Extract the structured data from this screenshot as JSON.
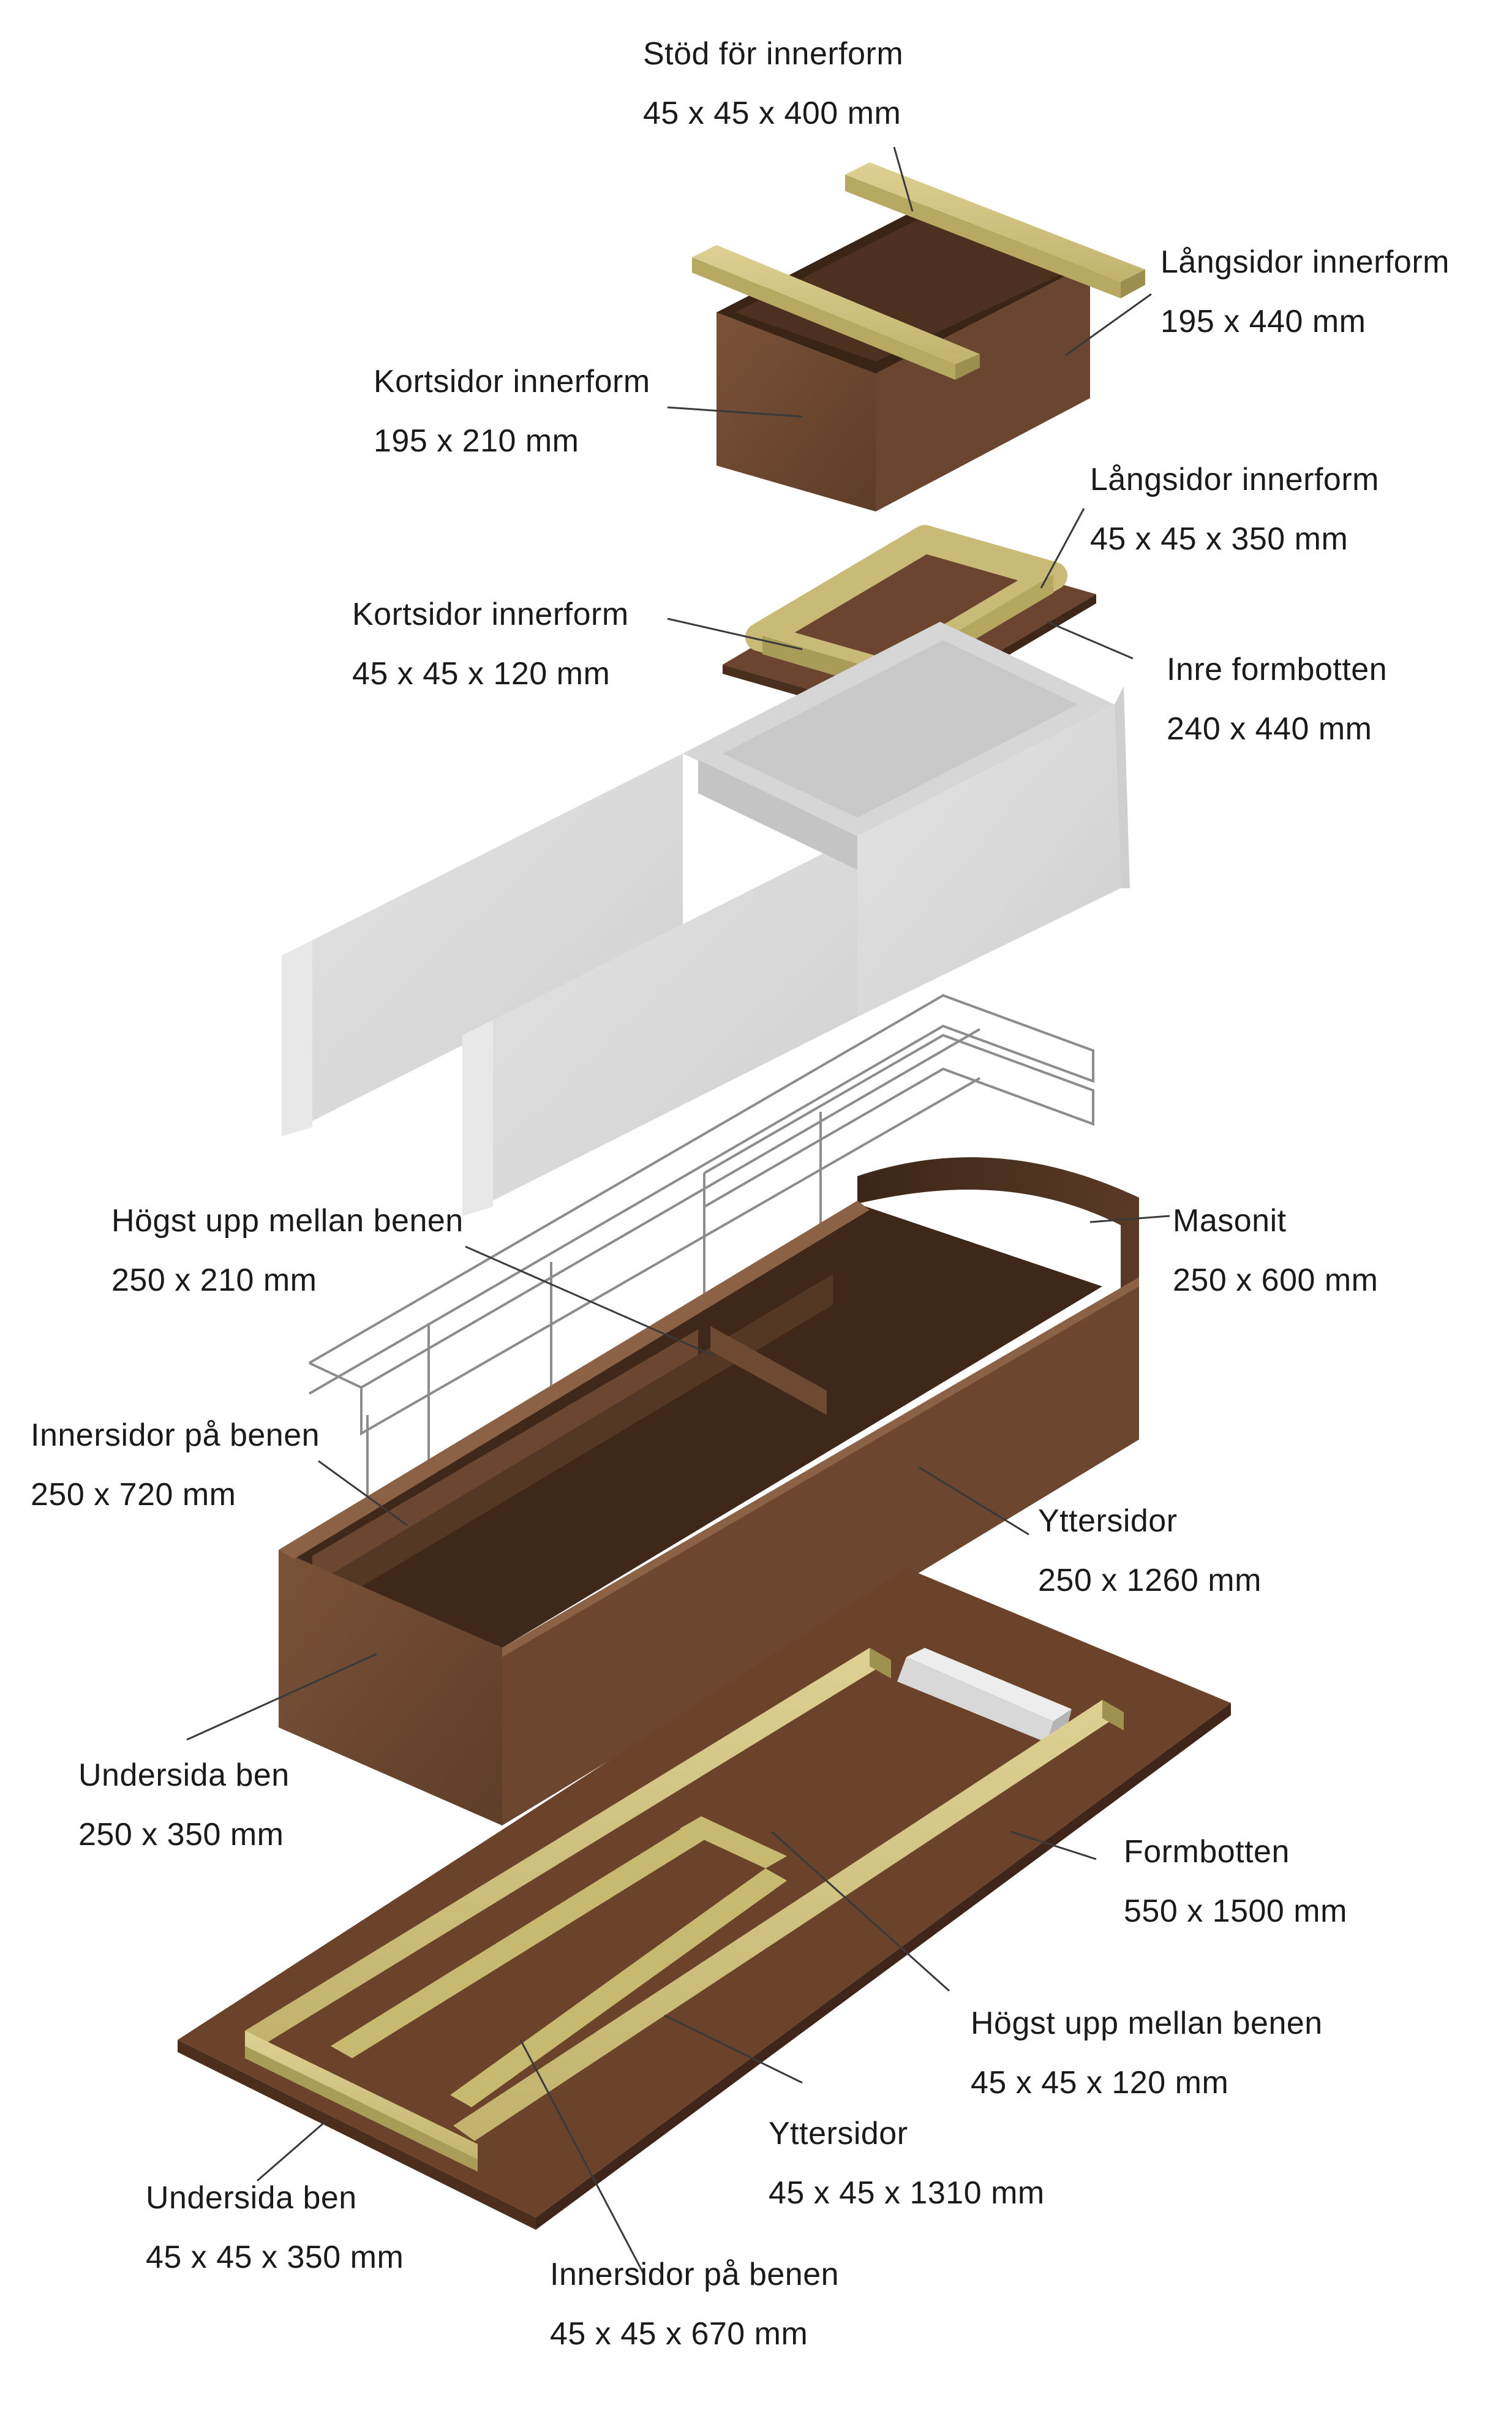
{
  "colors": {
    "wood_light": "#cfc181",
    "wood_light_side": "#a99b58",
    "plywood": "#6e4a32",
    "plywood_dark": "#4a3020",
    "concrete": "#dcdcdc",
    "concrete_dark": "#bdbdbd",
    "rebar": "#8a8a8a",
    "leader": "#3a3a3a",
    "text": "#1a1a1a"
  },
  "labels": {
    "stod_innerform": {
      "name": "Stöd för innerform",
      "size": "45 x 45 x 400 mm"
    },
    "langsidor_innerform_195": {
      "name": "Långsidor innerform",
      "size": "195 x 440 mm"
    },
    "kortsidor_innerform_195": {
      "name": "Kortsidor innerform",
      "size": "195 x 210 mm"
    },
    "langsidor_innerform_45": {
      "name": "Långsidor innerform",
      "size": "45 x 45 x 350 mm"
    },
    "kortsidor_innerform_45": {
      "name": "Kortsidor innerform",
      "size": "45 x 45 x 120 mm"
    },
    "inre_formbotten": {
      "name": "Inre formbotten",
      "size": "240 x 440 mm"
    },
    "hogst_upp_250": {
      "name": "Högst upp mellan benen",
      "size": "250 x 210 mm"
    },
    "masonit": {
      "name": "Masonit",
      "size": "250 x 600 mm"
    },
    "innersidor_250": {
      "name": "Innersidor på benen",
      "size": "250 x 720 mm"
    },
    "yttersidor_250": {
      "name": "Yttersidor",
      "size": "250 x 1260 mm"
    },
    "undersida_250": {
      "name": "Undersida ben",
      "size": "250 x 350 mm"
    },
    "formbotten": {
      "name": "Formbotten",
      "size": "550 x 1500 mm"
    },
    "hogst_upp_45": {
      "name": "Högst upp mellan benen",
      "size": "45 x 45 x 120 mm"
    },
    "yttersidor_45": {
      "name": "Yttersidor",
      "size": "45 x 45 x 1310 mm"
    },
    "undersida_45": {
      "name": "Undersida ben",
      "size": "45 x 45 x 350 mm"
    },
    "innersidor_45": {
      "name": "Innersidor på benen",
      "size": "45 x 45 x 670 mm"
    }
  }
}
